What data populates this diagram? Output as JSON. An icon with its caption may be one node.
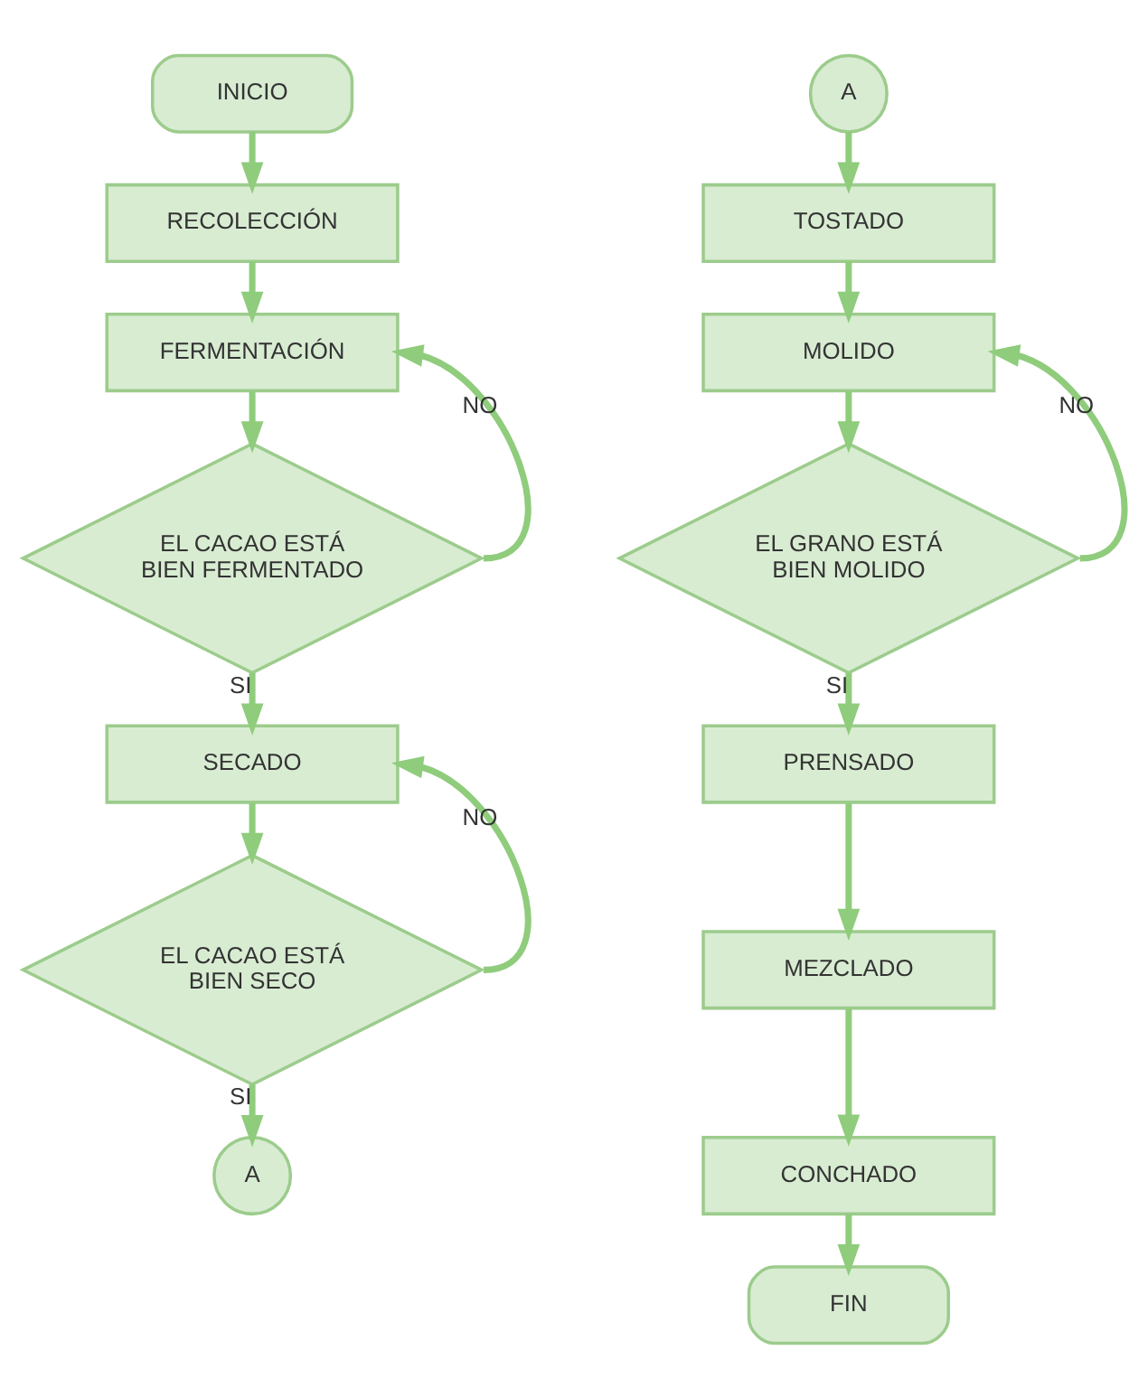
{
  "diagram": {
    "nodes": [
      {
        "text": [
          "INICIO"
        ]
      },
      {
        "text": [
          "RECOLECCIÓN"
        ]
      },
      {
        "text": [
          "FERMENTACIÓN"
        ]
      },
      {
        "text": [
          "EL CACAO ESTÁ BIEN FERMENTADO"
        ]
      },
      {
        "text": [
          "SECADO"
        ]
      },
      {
        "text": [
          "EL CACAO ESTÁ BIEN SECO"
        ]
      },
      {
        "text": [
          "A"
        ]
      },
      {
        "text": [
          "A"
        ]
      },
      {
        "text": [
          "TOSTADO"
        ]
      },
      {
        "text": [
          "MOLIDO"
        ]
      },
      {
        "text": [
          "EL GRANO ESTÁ BIEN MOLIDO"
        ]
      },
      {
        "text": [
          "PRENSADO"
        ]
      },
      {
        "text": [
          "MEZCLADO"
        ]
      },
      {
        "text": [
          "CONCHADO"
        ]
      },
      {
        "text": [
          "FIN"
        ]
      }
    ],
    "edges": [
      {
        "from": 0,
        "to": 1,
        "arrow": "to"
      },
      {
        "from": 1,
        "to": 2,
        "arrow": "to"
      },
      {
        "from": 2,
        "to": 3,
        "arrow": "to"
      },
      {
        "from": 3,
        "to": 2,
        "arrow": "to",
        "label": "NO"
      },
      {
        "from": 3,
        "to": 4,
        "arrow": "to",
        "label": "SI"
      },
      {
        "from": 4,
        "to": 5,
        "arrow": "to"
      },
      {
        "from": 5,
        "to": 4,
        "arrow": "to",
        "label": "NO"
      },
      {
        "from": 5,
        "to": 6,
        "arrow": "to",
        "label": "SI"
      },
      {
        "from": 7,
        "to": 8,
        "arrow": "to"
      },
      {
        "from": 8,
        "to": 9,
        "arrow": "to"
      },
      {
        "from": 9,
        "to": 10,
        "arrow": "to"
      },
      {
        "from": 10,
        "to": 9,
        "arrow": "to",
        "label": "NO"
      },
      {
        "from": 10,
        "to": 11,
        "arrow": "to",
        "label": "SI"
      },
      {
        "from": 11,
        "to": 12,
        "arrow": "to"
      },
      {
        "from": 12,
        "to": 13,
        "arrow": "to"
      },
      {
        "from": 13,
        "to": 14,
        "arrow": "to"
      }
    ]
  }
}
